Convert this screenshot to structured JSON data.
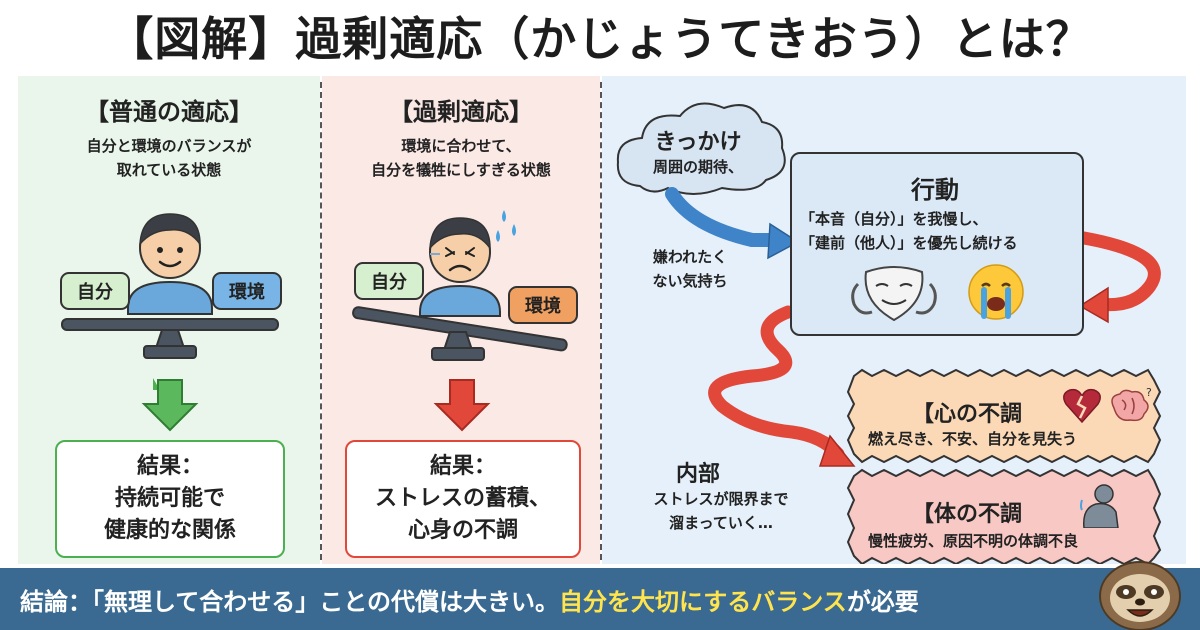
{
  "title": "【図解】過剰適応（かじょうてきおう）とは？",
  "normal": {
    "heading": "【普通の適応】",
    "desc_line1": "自分と環境のバランスが",
    "desc_line2": "取れている状態",
    "tag_self": "自分",
    "tag_env": "環境",
    "result_line1": "結果：",
    "result_line2": "持続可能で",
    "result_line3": "健康的な関係"
  },
  "over": {
    "heading": "【過剰適応】",
    "desc_line1": "環境に合わせて、",
    "desc_line2": "自分を犠牲にしすぎる状態",
    "tag_self": "自分",
    "tag_env": "環境",
    "result_line1": "結果：",
    "result_line2": "ストレスの蓄積、",
    "result_line3": "心身の不調"
  },
  "flow": {
    "trigger_title": "きっかけ",
    "trigger_text": "周囲の期待、",
    "trigger_feeling_line1": "嫌われたく",
    "trigger_feeling_line2": "ない気持ち",
    "action_title": "行動",
    "action_line1": "「本音（自分）」を我慢し、",
    "action_line2": "「建前（他人）」を優先し続ける",
    "inner_title": "内部",
    "inner_line1": "ストレスが限界まで",
    "inner_line2": "溜まっていく…",
    "mind_title": "【心の不調",
    "mind_text": "燃え尽き、不安、自分を見失う",
    "body_title": "【体の不調",
    "body_text": "慢性疲労、原因不明の体調不良"
  },
  "conclusion": {
    "text_main": "結論：「無理して合わせる」ことの代償は大きい。",
    "text_highlight": "自分を大切にするバランス",
    "text_tail": "が必要"
  },
  "icons": {
    "mask": "theater-mask-icon",
    "crying": "crying-face-icon",
    "broken_heart": "broken-heart-icon",
    "brain": "confused-brain-icon",
    "tired_person": "tired-person-icon",
    "sloth": "sloth-mascot-icon"
  },
  "colors": {
    "green": "#3f9a5a",
    "red": "#e2483a",
    "blue_tag": "#78b4e6",
    "orange_tag": "#f0a061",
    "conclusion_bg": "#3a6a91",
    "highlight": "#ffe44d"
  }
}
